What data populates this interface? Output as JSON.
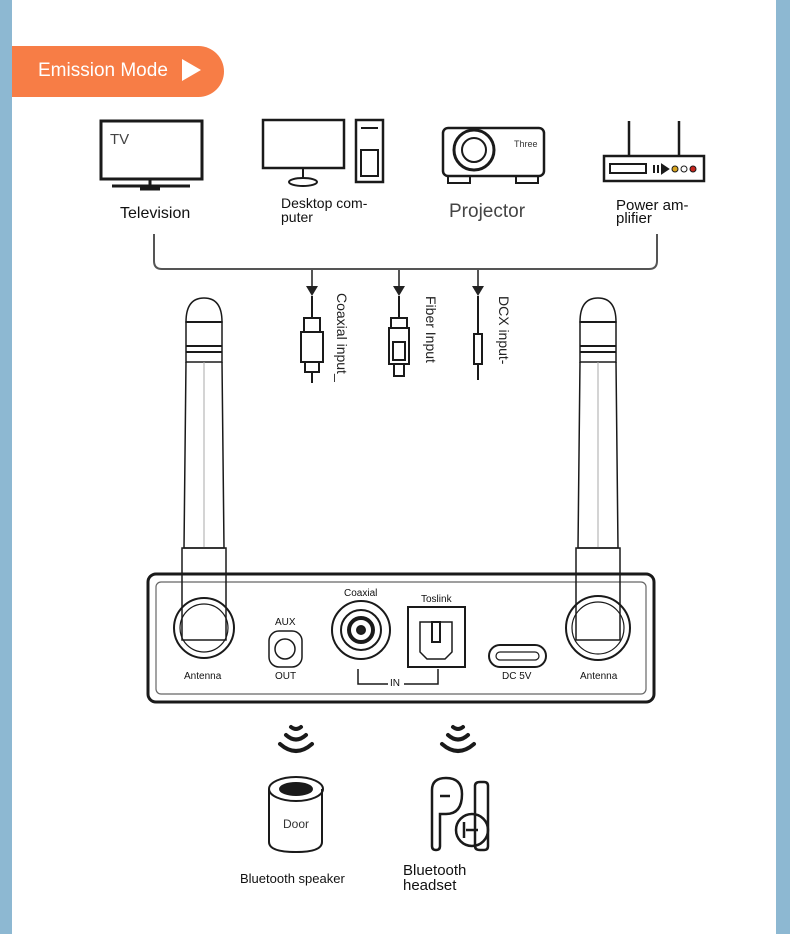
{
  "banner": {
    "title": "Emission Mode"
  },
  "devices": {
    "tv_screen_text": "TV",
    "television": "Television",
    "desktop_line1": "Desktop com-",
    "desktop_line2": "puter",
    "projector_badge": "Three",
    "projector": "Projector",
    "amp_line1": "Power am-",
    "amp_line2": "plifier"
  },
  "cables": {
    "coaxial": "Coaxial input_",
    "fiber": "Fiber Input",
    "dcx": "DCX input-"
  },
  "panel": {
    "antenna_left": "Antenna",
    "aux_top": "AUX",
    "aux_bottom": "OUT",
    "coaxial": "Coaxial",
    "toslink": "Toslink",
    "in_label": "IN",
    "dc": "DC 5V",
    "antenna_right": "Antenna"
  },
  "outputs": {
    "speaker_text": "Door",
    "speaker_label": "Bluetooth speaker",
    "headset_line1": "Bluetooth",
    "headset_line2": "headset"
  },
  "colors": {
    "accent": "#f77d46",
    "side": "#8db8d2"
  }
}
